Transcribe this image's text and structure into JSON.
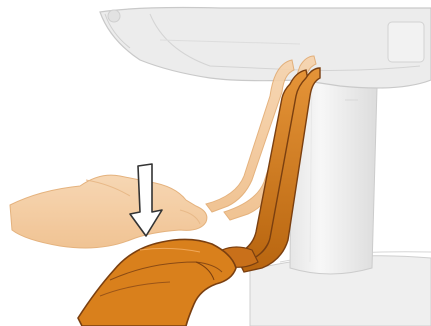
{
  "diagram": {
    "description_type": "technical-illustration",
    "parts": [
      {
        "name": "machine-top-housing"
      },
      {
        "name": "vertical-column"
      },
      {
        "name": "machine-base"
      },
      {
        "name": "faded-bracket-raised-position"
      },
      {
        "name": "bracket-lowered-position"
      },
      {
        "name": "direction-arrow"
      }
    ],
    "arrow_direction": "down",
    "colors": {
      "housing_fill": "#ececec",
      "housing_stroke": "#c9c9c9",
      "bracket_orange": "#d9801c",
      "bracket_dark": "#7a3f10",
      "bracket_faded": "#f2c596",
      "arrow_fill": "#ffffff",
      "arrow_stroke": "#333333"
    }
  }
}
